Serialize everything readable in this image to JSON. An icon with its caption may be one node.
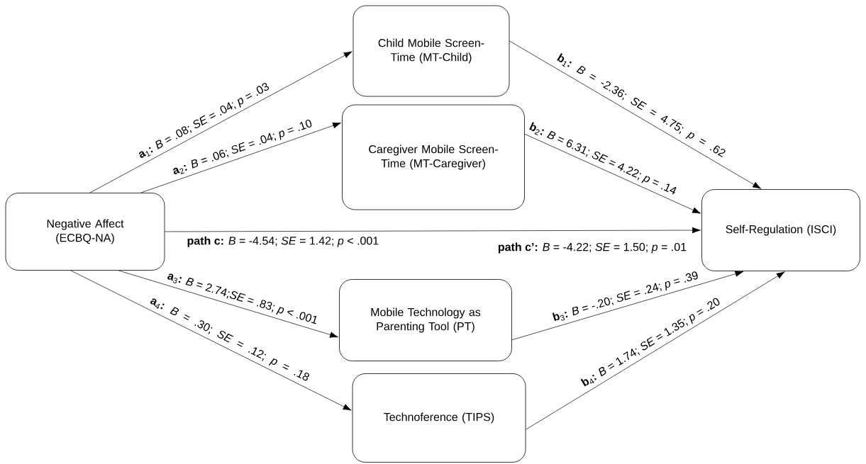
{
  "diagram": {
    "nodes": [
      {
        "text": [
          "Negative Affect (ECBQ-NA)"
        ]
      },
      {
        "text": [
          "Child Mobile Screen-Time (MT-Child)"
        ]
      },
      {
        "text": [
          "Caregiver Mobile Screen-Time (MT-Caregiver)"
        ]
      },
      {
        "text": [
          "Self-Regulation (ISCI)"
        ]
      },
      {
        "text": [
          "Mobile Technology as Parenting Tool (PT)"
        ]
      },
      {
        "text": [
          "Technoference (TIPS)"
        ]
      }
    ],
    "edges": [
      {
        "from": 0,
        "to": 1,
        "arrow": "to",
        "label": "**a**$_{1}$**:** *B* = .08; *SE* = .04; *p* = .03"
      },
      {
        "from": 0,
        "to": 2,
        "arrow": "to",
        "label": "**a**$_{2}$**:** *B* = .06; *SE* = .04; *p* = .10"
      },
      {
        "from": 0,
        "to": 3,
        "arrow": "to",
        "label": "**path c:** *B* = -4.54; *SE* = 1.42; *p* < .001"
      },
      {
        "from": 0,
        "to": 4,
        "arrow": "to",
        "label": "**a**$_{3}$**:** *B* = 2.74;*SE* = .83; *p* < .001"
      },
      {
        "from": 0,
        "to": 5,
        "arrow": "to",
        "label": "**a**$_{4}$**:** *B* = .30; *SE* = .12; *p* = .18"
      },
      {
        "from": 1,
        "to": 3,
        "arrow": "to",
        "label": "**b**$_{1}$**:** *B* = -2.36; *SE* = 4.75; *p* = .62"
      },
      {
        "from": 2,
        "to": 3,
        "arrow": "to",
        "label": "**b**$_{2}$**:** *B* = 6.31; *SE* = 4.22; *p* = .14"
      },
      {
        "from": 4,
        "to": 3,
        "arrow": "to",
        "label": "**b**$_{3}$**:** *B* = -.20; *SE* = .24; *p* = .39"
      },
      {
        "from": 5,
        "to": 3,
        "arrow": "to",
        "label": "**b**$_{4}$**:** *B* = 1.74; *SE* = 1.35; *p* = .20"
      }
    ],
    "labels": [
      "**path c’:** *B* = -4.22; *SE* = 1.50; *p* = .01"
    ]
  }
}
